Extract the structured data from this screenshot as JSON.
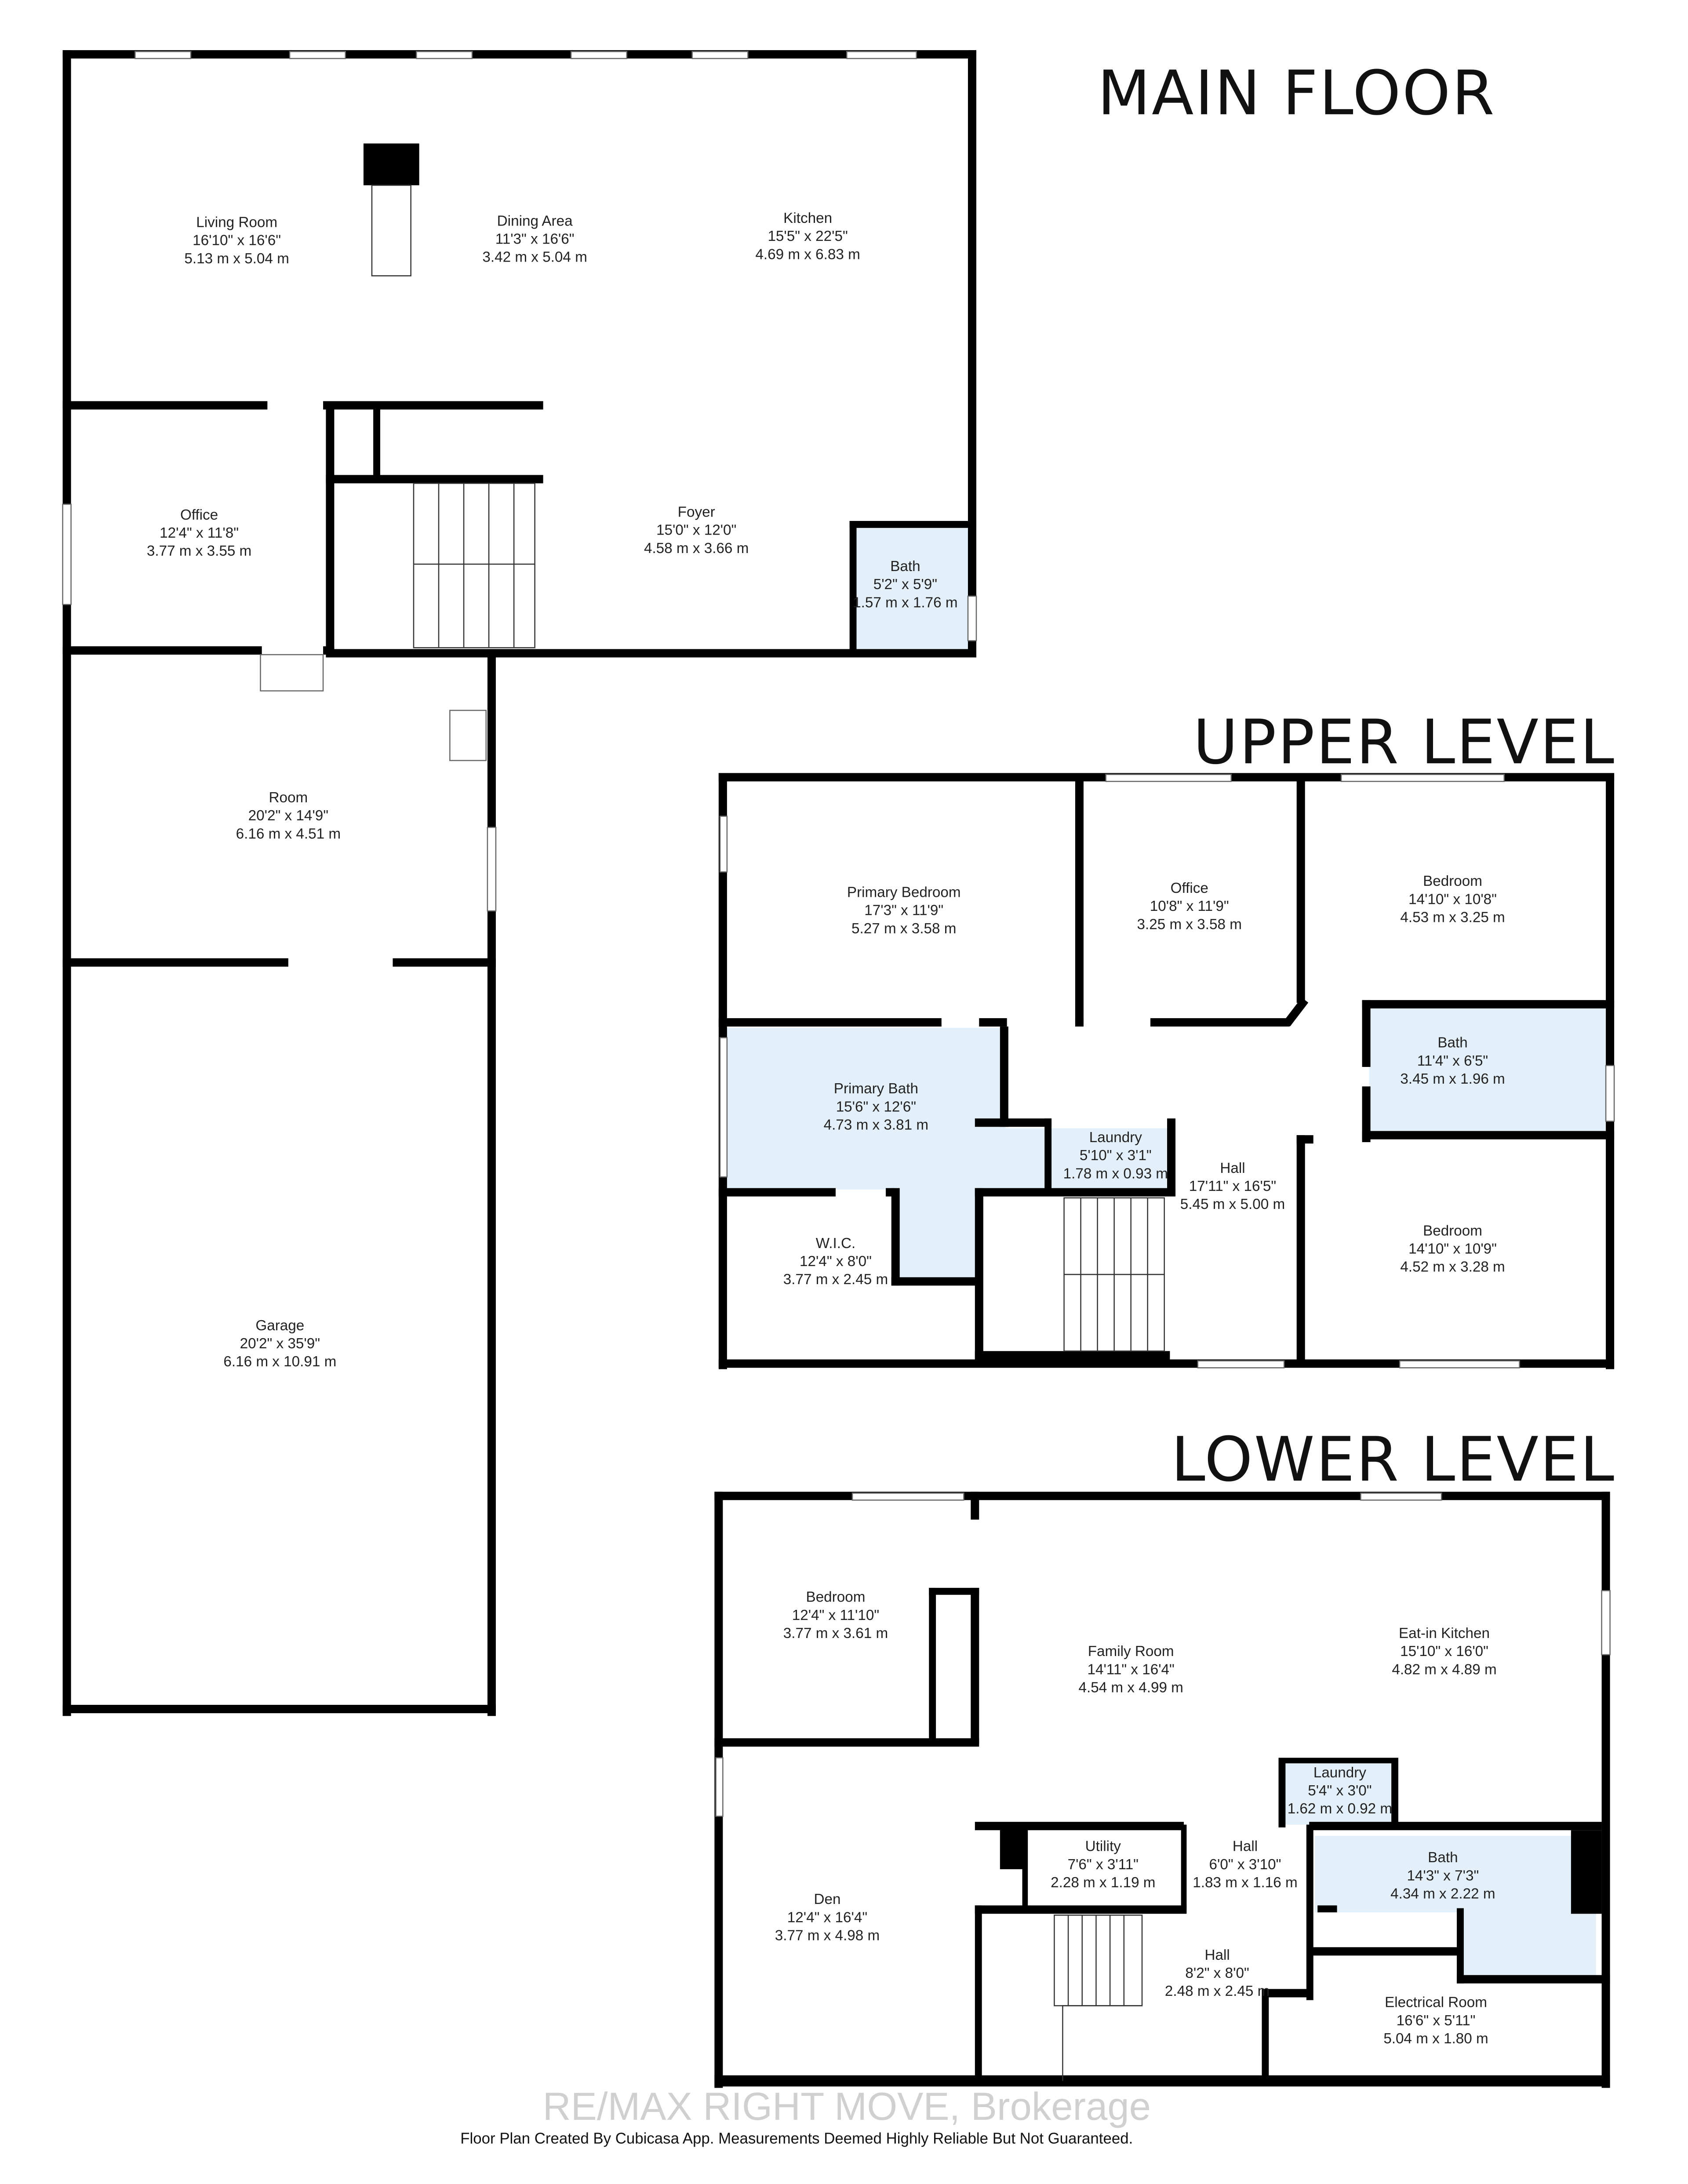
{
  "titles": {
    "main": "MAIN FLOOR",
    "upper": "UPPER LEVEL",
    "lower": "LOWER LEVEL"
  },
  "colors": {
    "wet_room_fill": "#e3f0fa",
    "wall": "#000000"
  },
  "main_floor": [
    {
      "name": "Living Room",
      "imperial": "16'10\" x 16'6\"",
      "metric": "5.13 m x 5.04 m"
    },
    {
      "name": "Dining Area",
      "imperial": "11'3\" x 16'6\"",
      "metric": "3.42 m x 5.04 m"
    },
    {
      "name": "Kitchen",
      "imperial": "15'5\" x 22'5\"",
      "metric": "4.69 m x 6.83 m"
    },
    {
      "name": "Office",
      "imperial": "12'4\" x 11'8\"",
      "metric": "3.77 m x 3.55 m"
    },
    {
      "name": "Foyer",
      "imperial": "15'0\" x 12'0\"",
      "metric": "4.58 m x 3.66 m"
    },
    {
      "name": "Bath",
      "imperial": "5'2\" x 5'9\"",
      "metric": "1.57 m x 1.76 m"
    },
    {
      "name": "Room",
      "imperial": "20'2\" x 14'9\"",
      "metric": "6.16 m x 4.51 m"
    },
    {
      "name": "Garage",
      "imperial": "20'2\" x 35'9\"",
      "metric": "6.16 m x 10.91 m"
    }
  ],
  "upper_level": [
    {
      "name": "Primary Bedroom",
      "imperial": "17'3\" x 11'9\"",
      "metric": "5.27 m x 3.58 m"
    },
    {
      "name": "Office",
      "imperial": "10'8\" x 11'9\"",
      "metric": "3.25 m x 3.58 m"
    },
    {
      "name": "Bedroom",
      "imperial": "14'10\" x 10'8\"",
      "metric": "4.53 m x 3.25 m"
    },
    {
      "name": "Bath",
      "imperial": "11'4\" x 6'5\"",
      "metric": "3.45 m x 1.96 m"
    },
    {
      "name": "Primary Bath",
      "imperial": "15'6\" x 12'6\"",
      "metric": "4.73 m x 3.81 m"
    },
    {
      "name": "Laundry",
      "imperial": "5'10\" x 3'1\"",
      "metric": "1.78 m x 0.93 m"
    },
    {
      "name": "Hall",
      "imperial": "17'11\" x 16'5\"",
      "metric": "5.45 m x 5.00 m"
    },
    {
      "name": "Bedroom",
      "imperial": "14'10\" x 10'9\"",
      "metric": "4.52 m x 3.28 m"
    },
    {
      "name": "W.I.C.",
      "imperial": "12'4\" x 8'0\"",
      "metric": "3.77 m x 2.45 m"
    }
  ],
  "lower_level": [
    {
      "name": "Bedroom",
      "imperial": "12'4\" x 11'10\"",
      "metric": "3.77 m x 3.61 m"
    },
    {
      "name": "Family Room",
      "imperial": "14'11\" x 16'4\"",
      "metric": "4.54 m x 4.99 m"
    },
    {
      "name": "Eat-in Kitchen",
      "imperial": "15'10\" x 16'0\"",
      "metric": "4.82 m x 4.89 m"
    },
    {
      "name": "Laundry",
      "imperial": "5'4\" x 3'0\"",
      "metric": "1.62 m x 0.92 m"
    },
    {
      "name": "Utility",
      "imperial": "7'6\" x 3'11\"",
      "metric": "2.28 m x 1.19 m"
    },
    {
      "name": "Hall",
      "imperial": "6'0\" x 3'10\"",
      "metric": "1.83 m x 1.16 m"
    },
    {
      "name": "Bath",
      "imperial": "14'3\" x 7'3\"",
      "metric": "4.34 m x 2.22 m"
    },
    {
      "name": "Den",
      "imperial": "12'4\" x 16'4\"",
      "metric": "3.77 m x 4.98 m"
    },
    {
      "name": "Hall",
      "imperial": "8'2\" x 8'0\"",
      "metric": "2.48 m x 2.45 m"
    },
    {
      "name": "Electrical Room",
      "imperial": "16'6\" x 5'11\"",
      "metric": "5.04 m x 1.80 m"
    }
  ],
  "watermark": "RE/MAX RIGHT MOVE, Brokerage",
  "footer": "Floor Plan Created By Cubicasa App. Measurements Deemed Highly Reliable But Not Guaranteed."
}
